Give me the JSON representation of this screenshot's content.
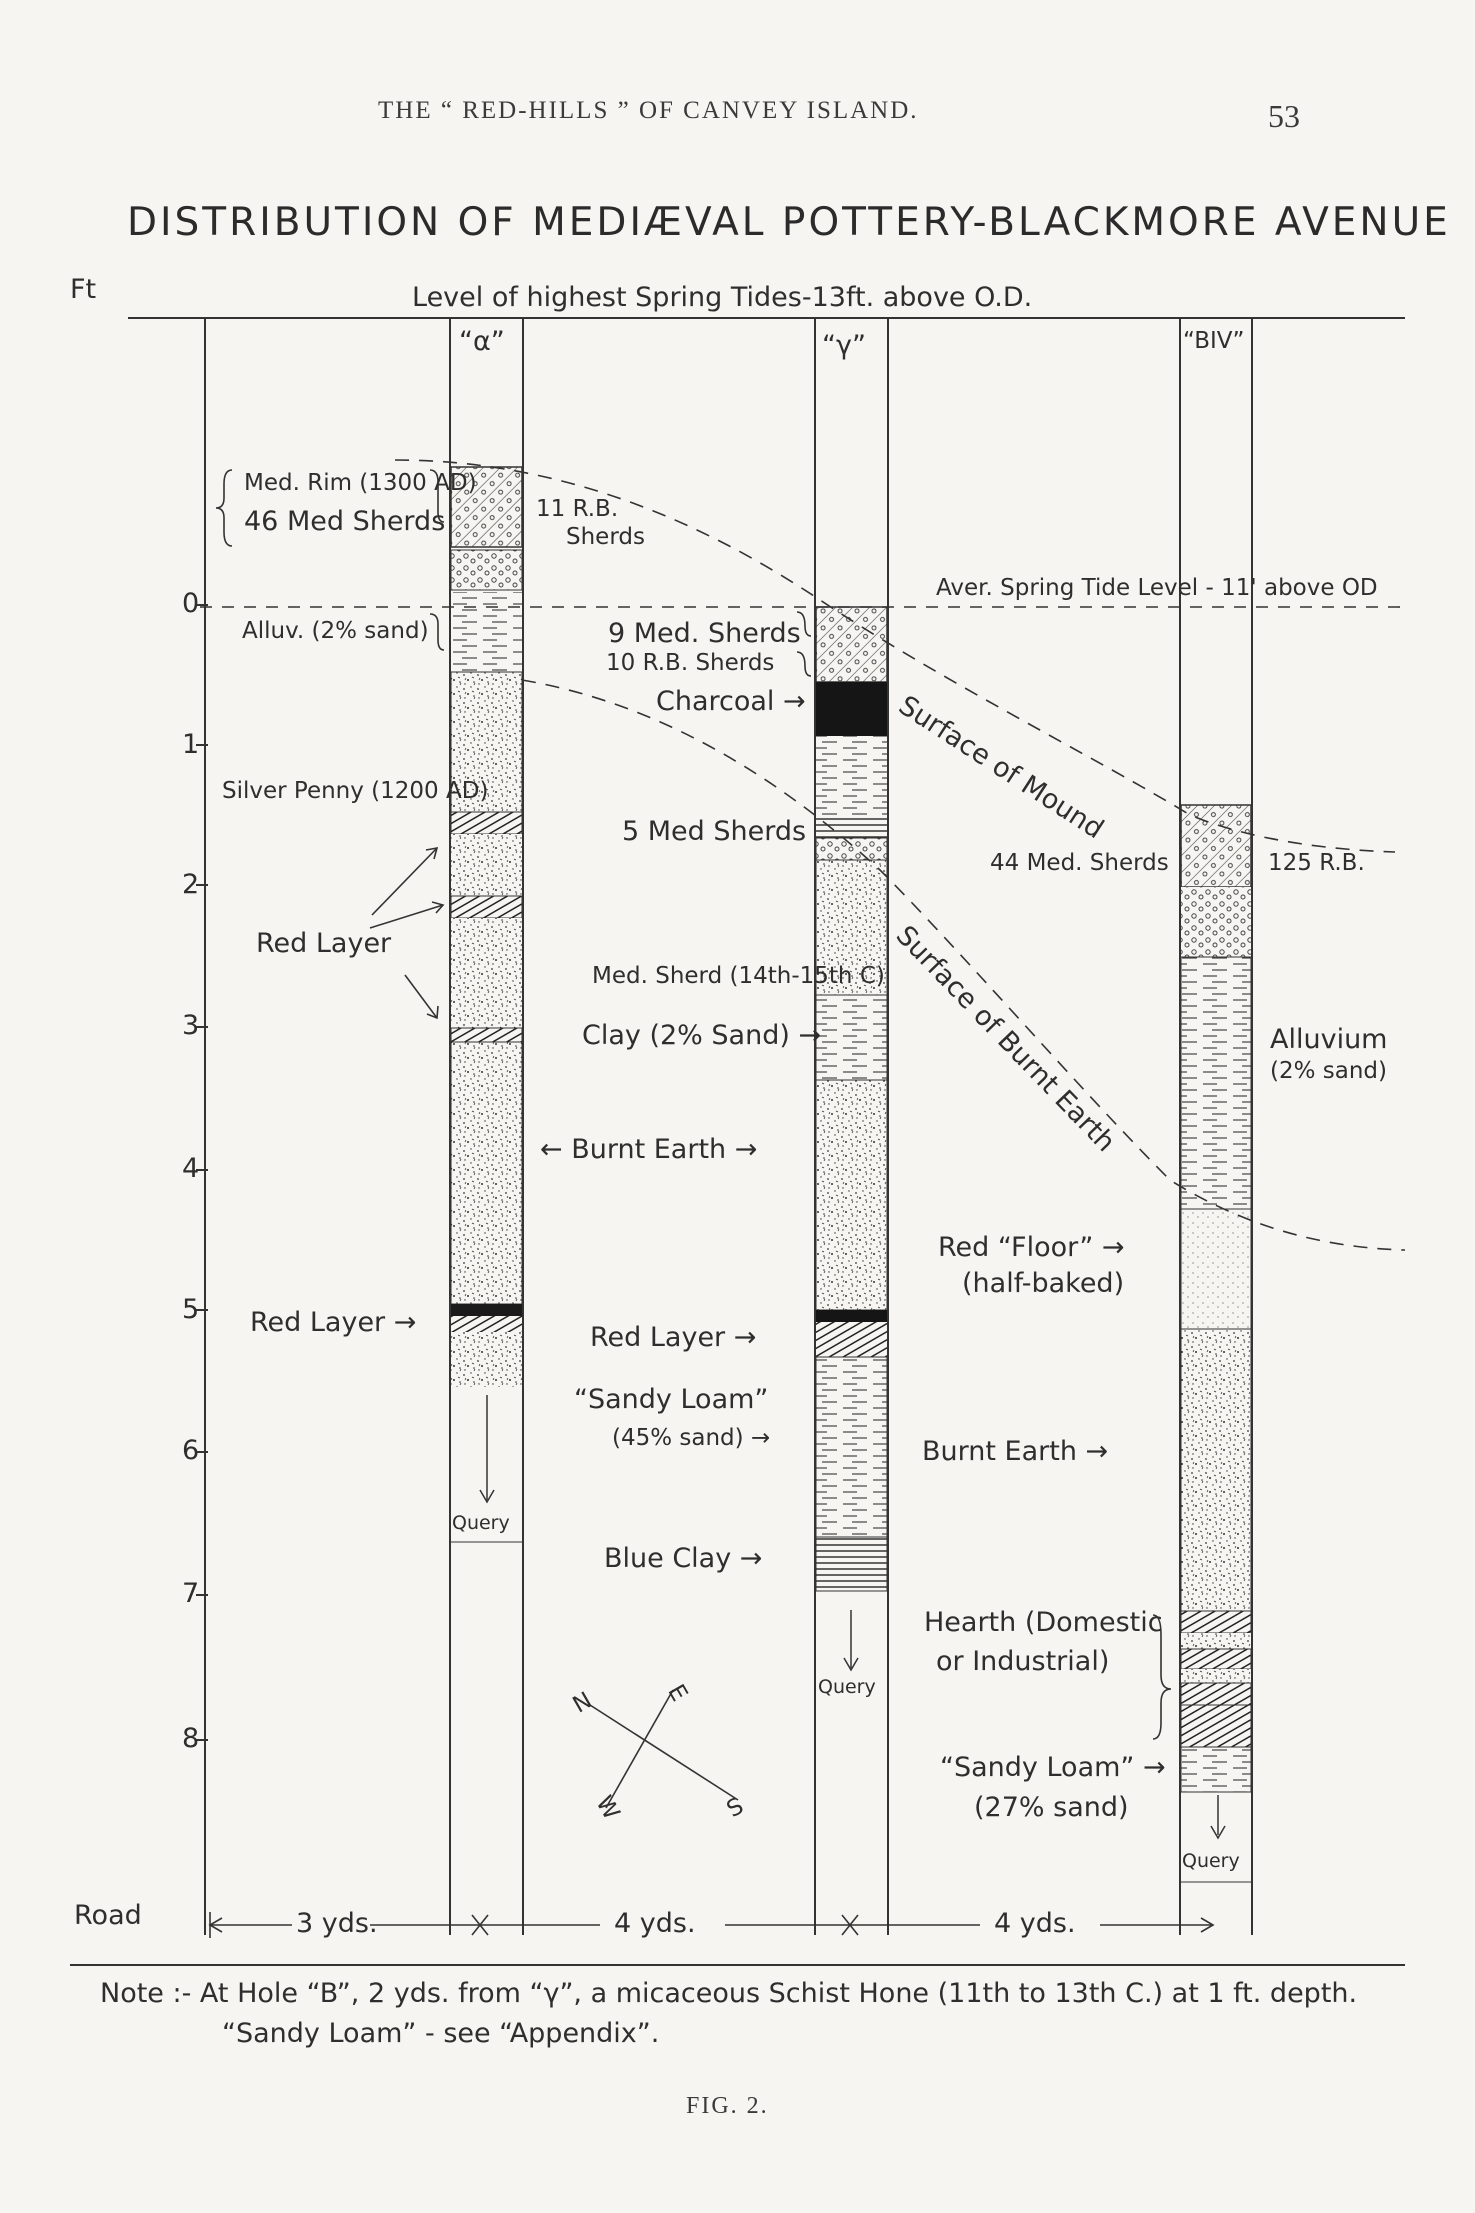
{
  "header": {
    "running_title": "THE “ RED-HILLS ” OF CANVEY ISLAND.",
    "page_number": "53"
  },
  "diagram": {
    "title": "DISTRIBUTION OF MEDIÆVAL POTTERY-BLACKMORE AVENUE",
    "scale_unit": "Ft",
    "spring_tide_label": "Level of highest Spring Tides-13ft. above O.D.",
    "depth_ticks": [
      "0",
      "1",
      "2",
      "3",
      "4",
      "5",
      "6",
      "7",
      "8"
    ],
    "columns": [
      {
        "label": "“α”"
      },
      {
        "label": "“γ”"
      },
      {
        "label": "“BIV”"
      }
    ],
    "hole_alpha": {
      "med_rim": "Med. Rim (1300 AD)",
      "med_sherds": "46 Med Sherds",
      "rb_sherds_1": "11 R.B.",
      "rb_sherds_2": "Sherds",
      "alluv": "Alluv. (2% sand)",
      "silver_penny": "Silver Penny (1200 AD)",
      "red_layer_upper": "Red Layer",
      "red_layer_lower": "Red Layer →",
      "query": "Query"
    },
    "hole_gamma": {
      "med_sherds": "9 Med. Sherds",
      "rb_sherds": "10 R.B. Sherds",
      "charcoal": "Charcoal →",
      "five_med_sherds": "5 Med Sherds",
      "med_sherd_date": "Med. Sherd (14th-15th C)",
      "clay": "Clay (2% Sand) →",
      "burnt_earth": "← Burnt Earth →",
      "red_layer": "Red Layer →",
      "sandy_loam": "“Sandy Loam”",
      "sandy_loam_pct": "(45% sand) →",
      "blue_clay": "Blue Clay →",
      "query": "Query"
    },
    "hole_b": {
      "aver_spring_tide": "Aver. Spring Tide Level - 11' above OD",
      "med_sherds": "44 Med. Sherds",
      "rb": "125 R.B.",
      "alluvium": "Alluvium",
      "alluvium_pct": "(2% sand)",
      "red_floor": "Red “Floor” →",
      "half_baked": "(half-baked)",
      "burnt_earth": "Burnt Earth →",
      "hearth": "Hearth (Domestic",
      "hearth_2": "or Industrial)",
      "sandy_loam": "“Sandy Loam” →",
      "sandy_loam_pct": "(27% sand)",
      "query": "Query"
    },
    "surfaces": {
      "mound": "Surface of Mound",
      "burnt_earth": "Surface of Burnt Earth"
    },
    "compass": {
      "n": "N",
      "s": "S",
      "e": "E",
      "w": "W"
    },
    "road": "Road",
    "distances": [
      "3 yds.",
      "4 yds.",
      "4 yds."
    ],
    "note_1": "Note :-   At Hole “B”, 2 yds. from “γ”, a micaceous Schist Hone (11th to 13th C.) at 1 ft. depth.",
    "note_2": "“Sandy Loam” - see “Appendix”."
  },
  "caption": "FIG. 2."
}
